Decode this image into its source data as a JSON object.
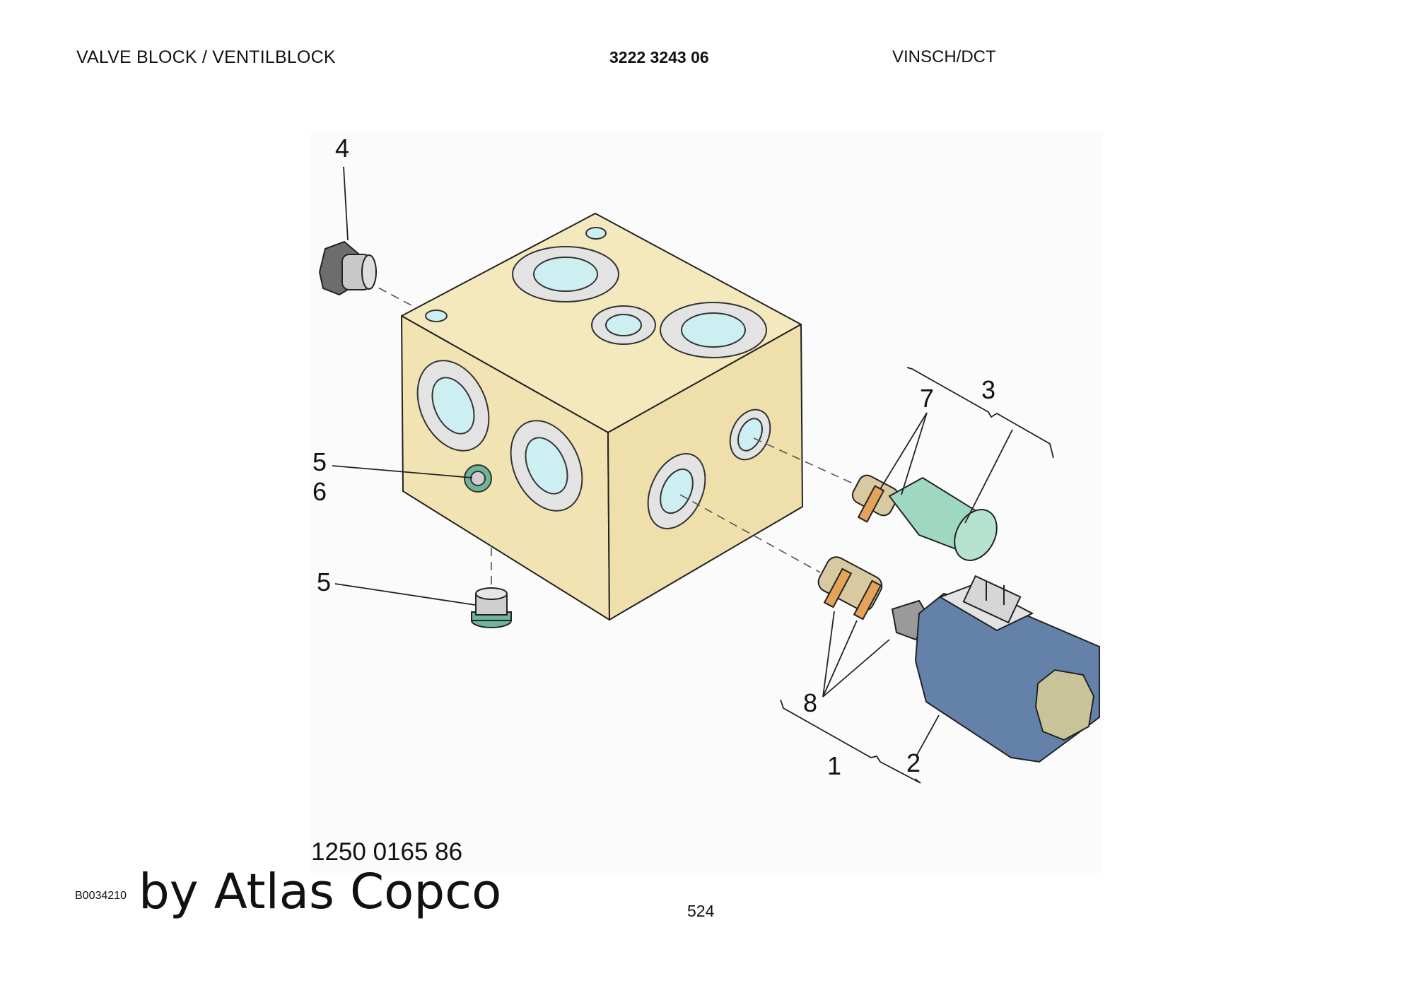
{
  "header": {
    "title": "VALVE BLOCK / VENTILBLOCK",
    "part_number": "3222 3243 06",
    "group": "VINSCH/DCT"
  },
  "callouts": {
    "c1": "1",
    "c2": "2",
    "c3": "3",
    "c4": "4",
    "c5a": "5",
    "c6": "6",
    "c5b": "5",
    "c7": "7",
    "c8": "8"
  },
  "footer": {
    "reference_number": "1250 0165 86",
    "image_code": "B0034210",
    "watermark": "by Atlas Copco",
    "page": "524"
  },
  "colors": {
    "block": "#f2e5b3",
    "port": "#cdeff2",
    "seal": "#6fb59a",
    "cartridge": "#9ed8c1",
    "coil": "#6482a9",
    "metal": "#c8c8c8"
  }
}
